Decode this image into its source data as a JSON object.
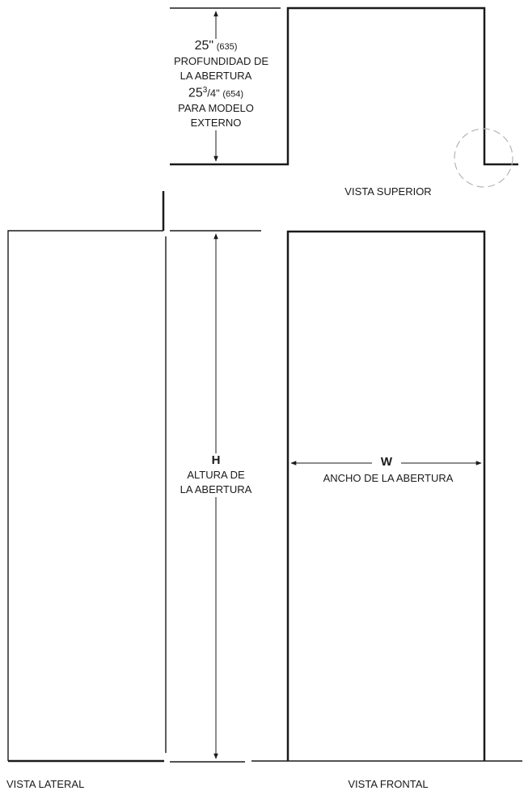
{
  "top_view": {
    "depth_main": "25\"",
    "depth_main_mm": "(635)",
    "depth_label_line1": "PROFUNDIDAD DE",
    "depth_label_line2": "LA ABERTURA",
    "depth_alt_whole": "25",
    "depth_alt_num": "3",
    "depth_alt_rest": "/4\"",
    "depth_alt_mm": "(654)",
    "depth_alt_line1": "PARA MODELO",
    "depth_alt_line2": "EXTERNO",
    "caption": "VISTA SUPERIOR"
  },
  "side_view": {
    "dim_letter": "H",
    "dim_line1": "ALTURA DE",
    "dim_line2": "LA ABERTURA",
    "caption": "VISTA LATERAL"
  },
  "front_view": {
    "dim_letter": "W",
    "dim_label": "ANCHO DE LA ABERTURA",
    "caption": "VISTA FRONTAL"
  }
}
